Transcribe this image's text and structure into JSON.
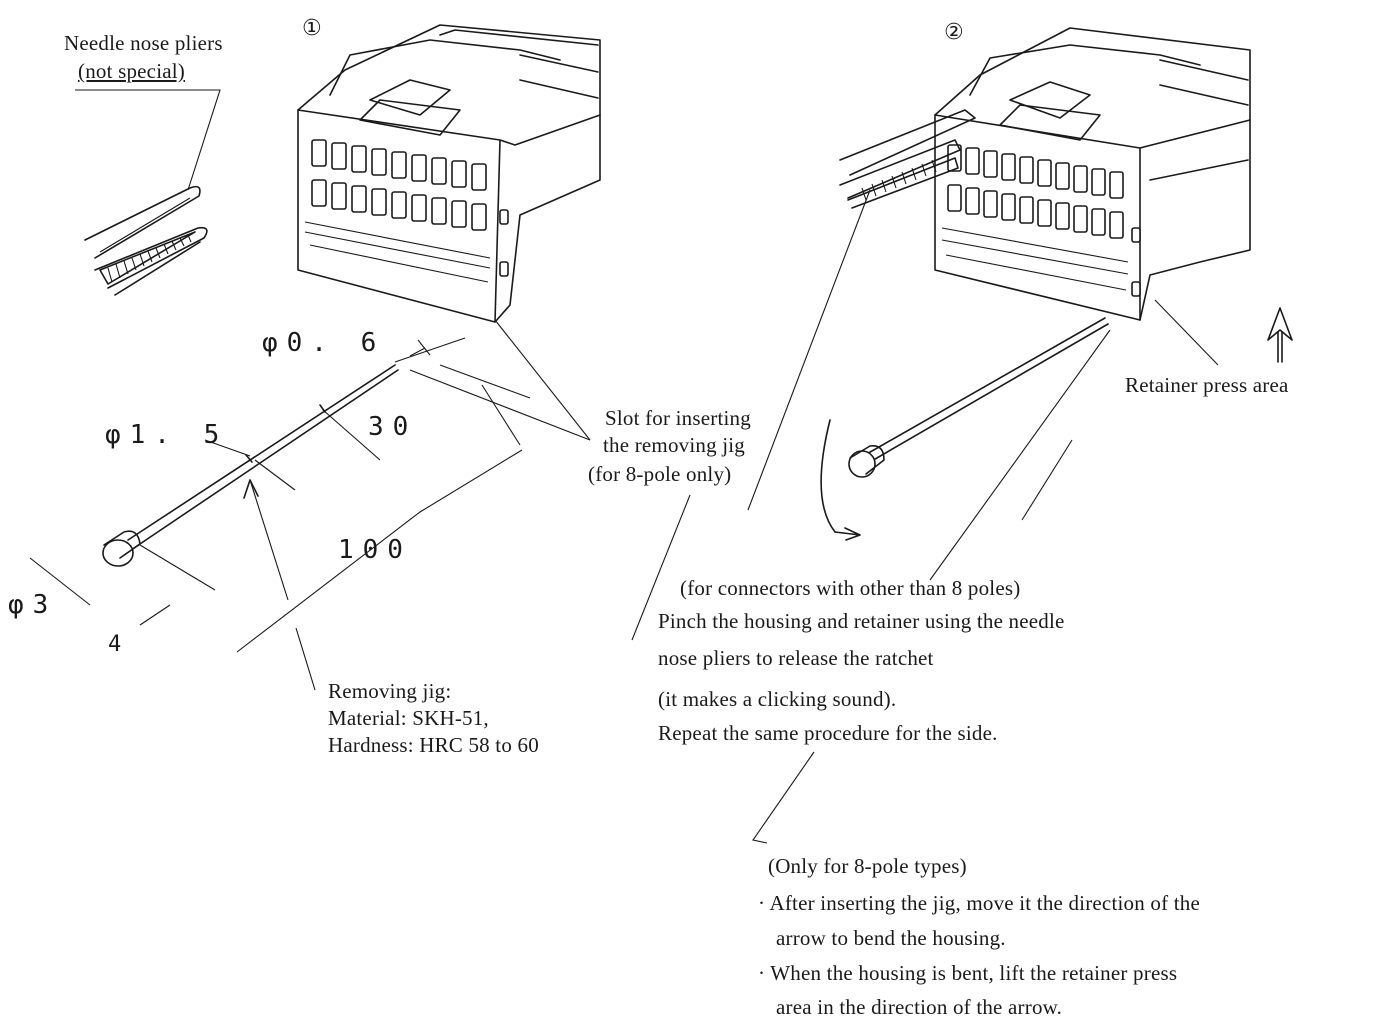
{
  "step_markers": {
    "step1": "①",
    "step2": "②"
  },
  "pliers": {
    "line1": "Needle nose pliers",
    "line2": "(not special)"
  },
  "dimensions": {
    "tip_diameter": "φ0. 6",
    "shaft_diameter": "φ1. 5",
    "handle_diameter": "φ3",
    "tip_length": "30",
    "total_length": "100",
    "handle_length": "4"
  },
  "slot": {
    "line1": "Slot for inserting",
    "line2": "the removing jig",
    "line3": "(for 8-pole only)"
  },
  "jig": {
    "line1": "Removing jig:",
    "line2": "Material: SKH-51,",
    "line3": "Hardness: HRC 58 to 60"
  },
  "retainer": {
    "label": "Retainer press area"
  },
  "other_poles": {
    "line1": "(for connectors with other than 8 poles)",
    "line2": "Pinch the housing and retainer using the needle",
    "line3": "nose pliers to release the ratchet",
    "line4": "(it makes a clicking sound).",
    "line5": "Repeat the same procedure for the side."
  },
  "eight_pole": {
    "heading": "(Only for 8-pole types)",
    "bullet1_line1": "· After inserting the jig, move it the direction of the",
    "bullet1_line2": "arrow to bend the housing.",
    "bullet2_line1": "· When the housing is bent, lift the retainer press",
    "bullet2_line2": "area in the direction of the arrow."
  }
}
